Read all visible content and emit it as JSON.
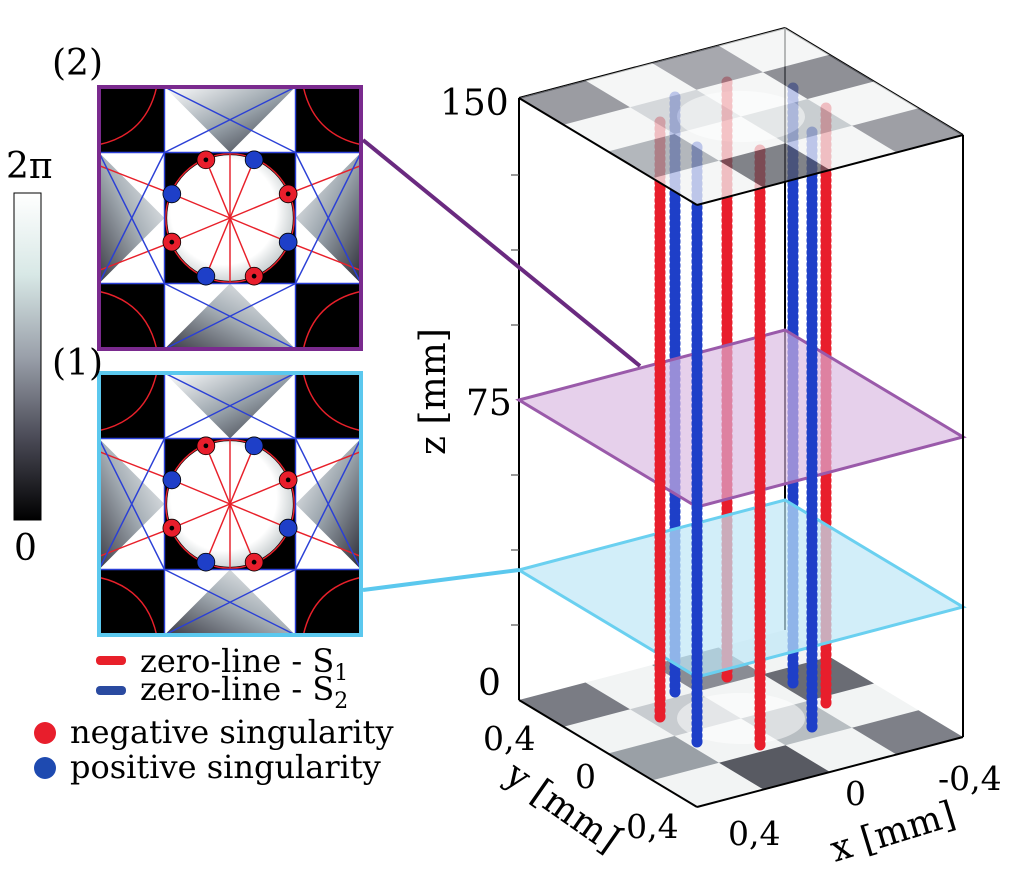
{
  "colors": {
    "panel1_frame": "#5bc8ee",
    "panel2_frame": "#7a2a8e",
    "s1_line": "#e8202a",
    "s2_line": "#2a3fd6",
    "negative_singularity": "#e81e2c",
    "positive_singularity": "#1e3fc8",
    "plane1_fill": "#bfe7f7",
    "plane2_fill": "#d9b7e0"
  },
  "panels": {
    "panel2_label": "(2)",
    "panel1_label": "(1)"
  },
  "colorbar": {
    "max_label": "2π",
    "min_label": "0"
  },
  "legend": {
    "s1_text": "zero-line - S",
    "s1_sub": "1",
    "s2_text": "zero-line - S",
    "s2_sub": "2",
    "negative": "negative singularity",
    "positive": "positive singularity"
  },
  "box3d": {
    "z_label": "z [mm]",
    "z_ticks": [
      "150",
      "75",
      "0"
    ],
    "y_label": "y [mm]",
    "y_ticks": [
      "0,4",
      "0",
      "-0,4"
    ],
    "x_label": "x [mm]",
    "x_ticks": [
      "0,4",
      "0",
      "-0,4"
    ]
  }
}
